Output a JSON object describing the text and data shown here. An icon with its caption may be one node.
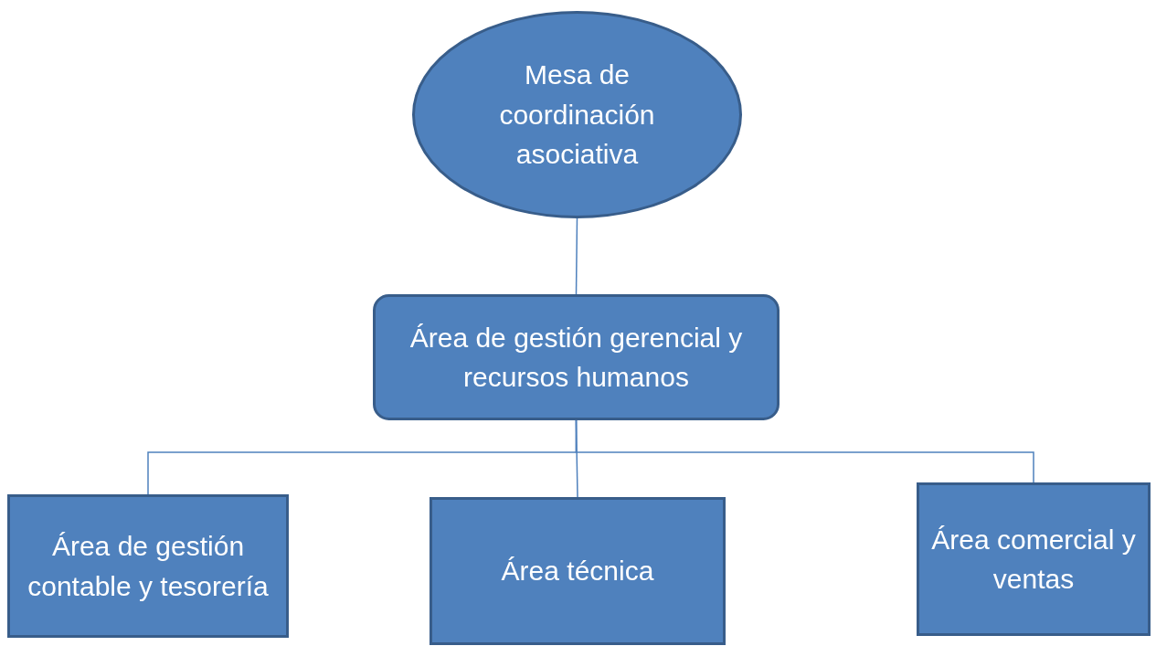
{
  "diagram": {
    "nodes": [
      {
        "text": [
          "Mesa de coordinación asociativa"
        ]
      },
      {
        "text": [
          "Área de gestión gerencial y recursos humanos"
        ]
      },
      {
        "text": [
          "Área de gestión contable y tesorería"
        ]
      },
      {
        "text": [
          "Área técnica"
        ]
      },
      {
        "text": [
          "Área comercial y ventas"
        ]
      }
    ],
    "edges": [
      {
        "from": 0,
        "to": 1,
        "arrow": "none"
      },
      {
        "from": 1,
        "to": 2,
        "arrow": "none"
      },
      {
        "from": 1,
        "to": 3,
        "arrow": "none"
      },
      {
        "from": 1,
        "to": 4,
        "arrow": "none"
      }
    ]
  }
}
